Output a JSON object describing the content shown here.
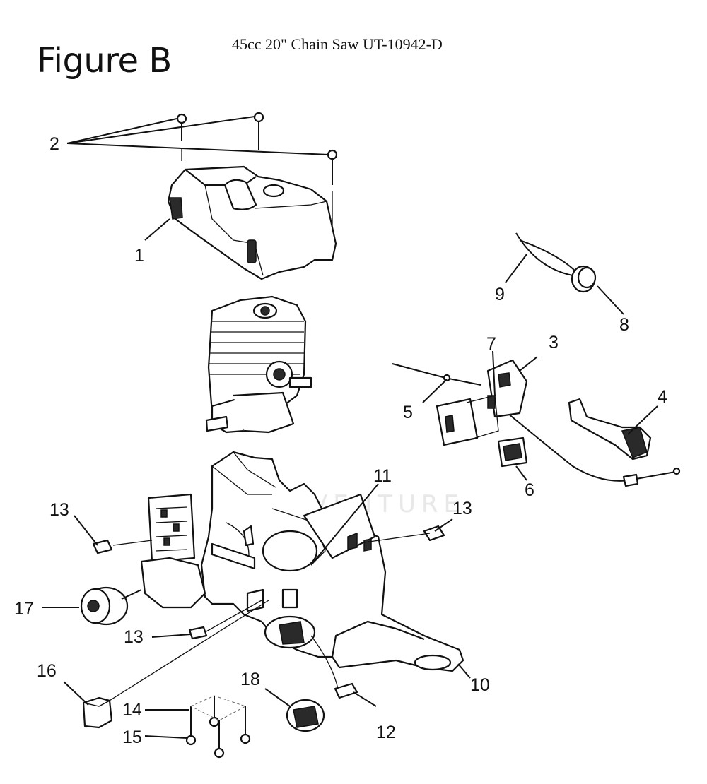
{
  "figure": {
    "title": "Figure B",
    "subtitle": "45cc 20\" Chain Saw UT-10942-D"
  },
  "watermark": "VENTURE",
  "callouts": {
    "c1": "1",
    "c2": "2",
    "c3": "3",
    "c4": "4",
    "c5": "5",
    "c6": "6",
    "c7": "7",
    "c8": "8",
    "c9": "9",
    "c10": "10",
    "c11": "11",
    "c12": "12",
    "c13a": "13",
    "c13b": "13",
    "c13c": "13",
    "c14": "14",
    "c15": "15",
    "c16": "16",
    "c17": "17",
    "c18": "18"
  }
}
